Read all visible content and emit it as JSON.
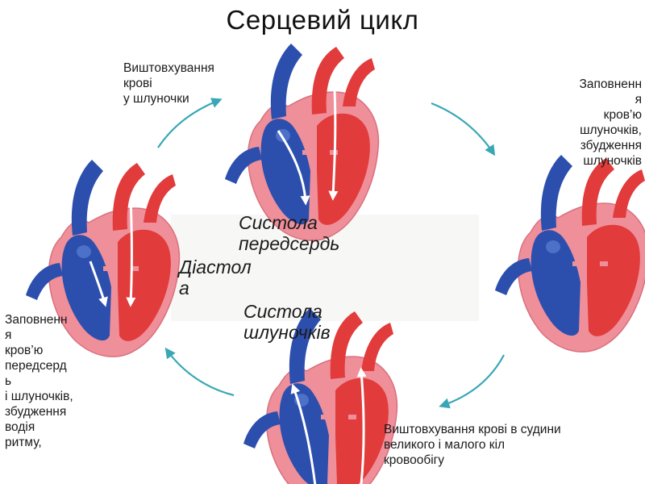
{
  "title": "Серцевий цикл",
  "captions": {
    "top_left": "Виштовхування\nкрові\nу шлуночки",
    "top_right": "Заповненн\nя\nкров’ю\nшлуночків,\nзбудження\nшлуночків",
    "bottom_left": "Заповненн\nя\nкров’ю\nпередсерд\nь\nі шлуночків,\nзбудження\nводія\nритму,",
    "bottom_right": "Виштовхування крові в судини\nвеликого і малого кіл\nкровообігу"
  },
  "phases": {
    "atrial_systole": "Систола\nпередсердь",
    "diastole": "Діастол\nа",
    "ventricular_systole": "Систола\nшлуночків"
  },
  "colors": {
    "artery_red": "#e23b3b",
    "vein_blue": "#2c4fae",
    "muscle_pink": "#ef8f9a",
    "cycle_arrow": "#3aa7b6"
  }
}
